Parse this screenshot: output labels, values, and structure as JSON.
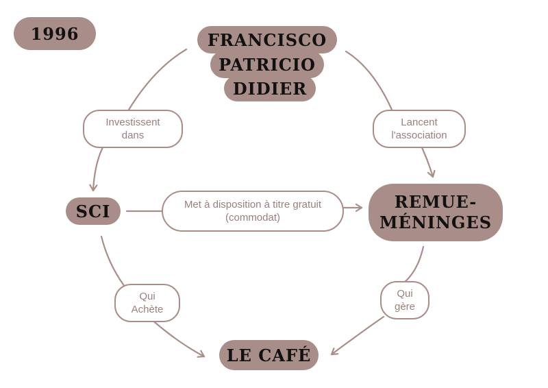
{
  "year": "1996",
  "founders": [
    "FRANCISCO",
    "PATRICIO",
    "DIDIER"
  ],
  "nodes": {
    "sci": "SCI",
    "remue_line1": "REMUE-",
    "remue_line2": "MÉNINGES",
    "cafe": "LE CAFÉ"
  },
  "labels": {
    "investissent_l1": "Investissent",
    "investissent_l2": "dans",
    "lancent_l1": "Lancent",
    "lancent_l2": "l'association",
    "met_l1": "Met à disposition à titre gratuit",
    "met_l2": "(commodat)",
    "achete_l1": "Qui",
    "achete_l2": "Achète",
    "gere_l1": "Qui",
    "gere_l2": "gère"
  },
  "colors": {
    "node_fill": "#a88d88",
    "line": "#a88d88",
    "label_text": "#9a7f7b",
    "node_text": "#111111"
  }
}
